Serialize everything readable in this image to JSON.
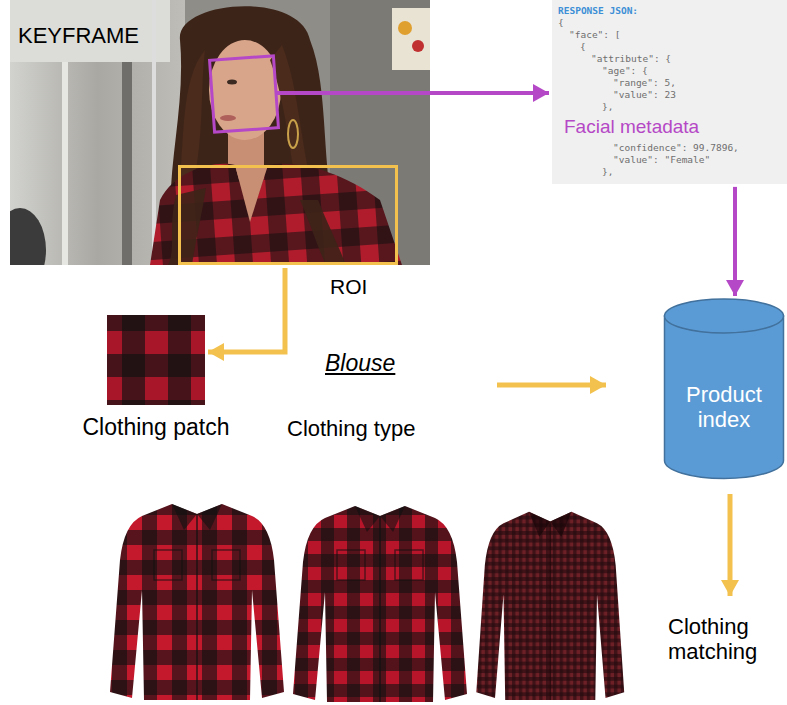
{
  "diagram": {
    "nodes": [
      {
        "text": [
          "KEYFRAME"
        ]
      },
      {
        "text": [
          "ROI"
        ],
        "in": 0
      },
      {
        "text": [
          "RESPONSE JSON:",
          "{",
          "\"face\": [",
          "{",
          "\"attribute\": {",
          "\"age\": {",
          "\"range\": 5,",
          "\"value\": 23",
          "},",
          "Facial metadata",
          "\"confidence\": 99.7896,",
          "\"value\": \"Female\"",
          "},"
        ]
      },
      {
        "text": [
          "Clothing patch"
        ]
      },
      {
        "text": [
          "Product index"
        ]
      }
    ],
    "edges": [
      {
        "from": 0,
        "to": 2,
        "arrow": "to"
      },
      {
        "from": 2,
        "to": 4,
        "arrow": "to"
      },
      {
        "from": 1,
        "to": 3,
        "arrow": "to"
      }
    ],
    "labels": [
      "Blouse",
      "Clothing type",
      "Clothing matching"
    ]
  }
}
